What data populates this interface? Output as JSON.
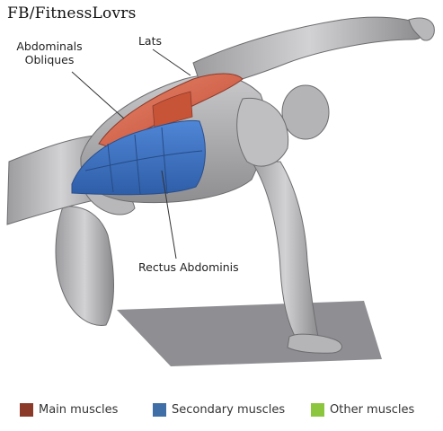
{
  "watermark": "FB/FitnessLovrs",
  "labels": {
    "abdominals_line1": "Abdominals",
    "abdominals_line2": "Obliques",
    "lats": "Lats",
    "rectus": "Rectus Abdominis"
  },
  "legend": {
    "main": "Main muscles",
    "secondary": "Secondary muscles",
    "other": "Other muscles"
  },
  "colors": {
    "main": "#8b3a2a",
    "secondary": "#3f6fa6",
    "other": "#8cc63f",
    "muscle_highlight_main": "#d8664b",
    "muscle_highlight_secondary": "#3f72c4",
    "body_gray": "#a9a9ab",
    "floor_gray": "#8f8f93"
  }
}
